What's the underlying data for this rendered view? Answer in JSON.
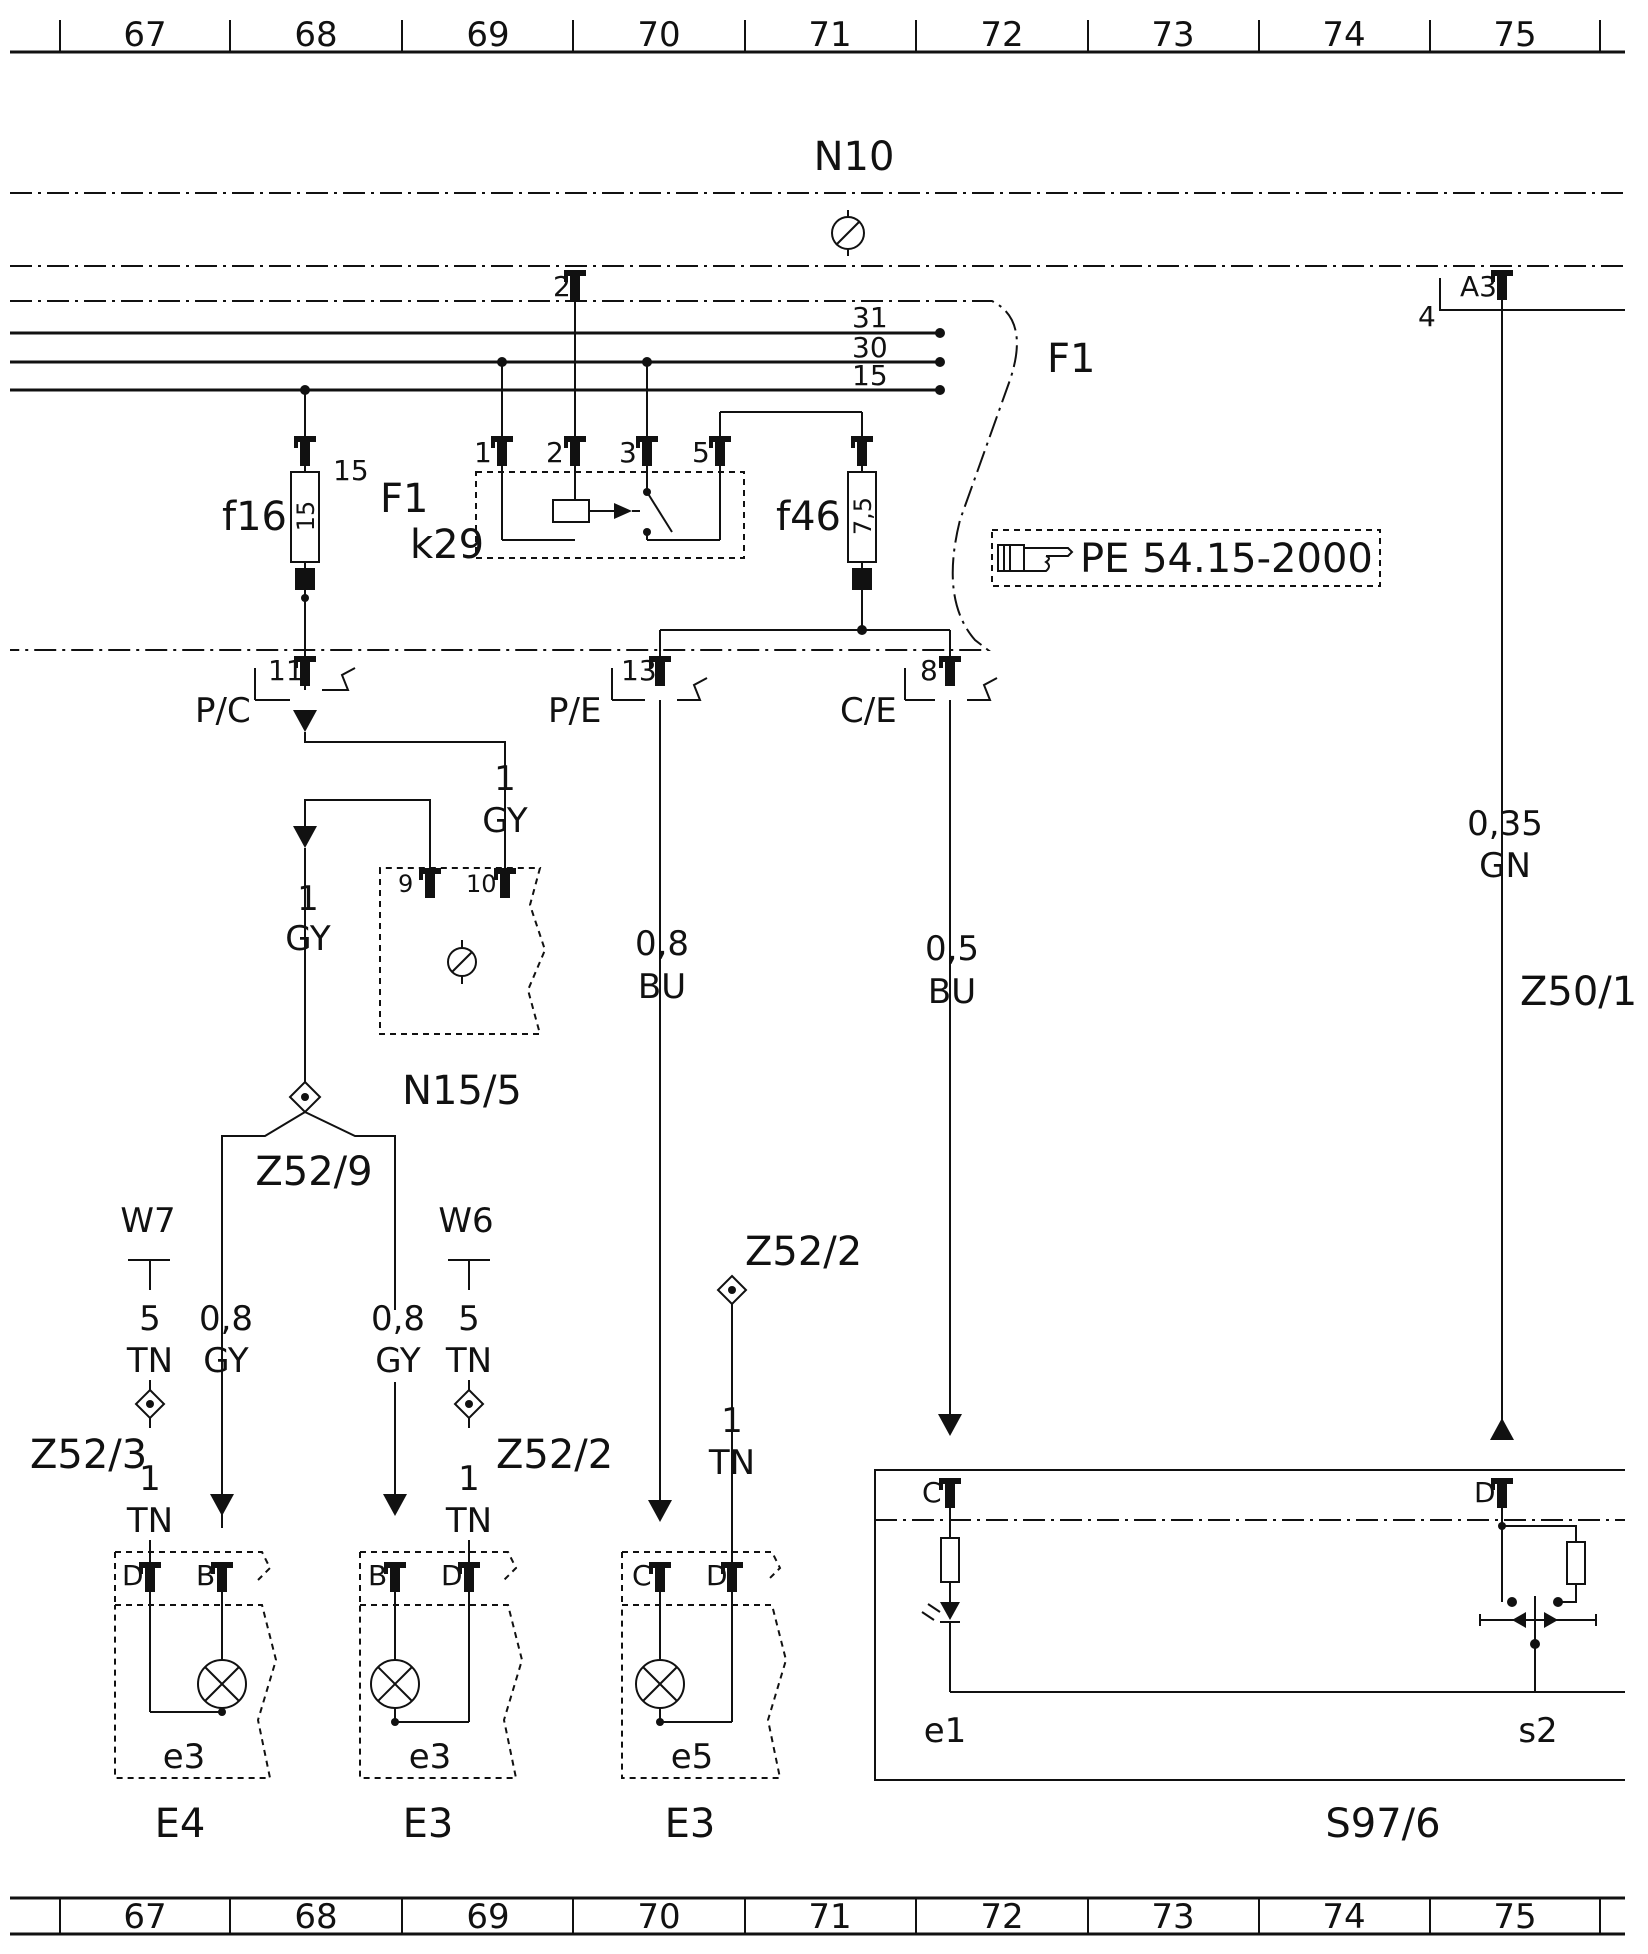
{
  "grid": {
    "columns": [
      "67",
      "68",
      "69",
      "70",
      "71",
      "72",
      "73",
      "74",
      "75"
    ]
  },
  "components": {
    "n10": "N10",
    "f1_top": "F1",
    "f1_left": "F1",
    "k29": "k29",
    "f16": "f16",
    "f16_rating": "15",
    "f16_pin": "15",
    "f46": "f46",
    "f46_rating": "7,5",
    "n15_5": "N15/5",
    "z50_1": "Z50/1",
    "z52_9": "Z52/9",
    "z52_2_top": "Z52/2",
    "z52_2_mid": "Z52/2",
    "z52_3": "Z52/3",
    "w7": "W7",
    "w6": "W6",
    "e4": "E4",
    "e3_a": "E3",
    "e3_b": "E3",
    "s97_6": "S97/6",
    "e3_sub_a": "e3",
    "e3_sub_b": "e3",
    "e5_sub": "e5",
    "e1_sub": "e1",
    "s2_sub": "s2",
    "ref": "PE 54.15-2000"
  },
  "buses": {
    "b31": "31",
    "b30": "30",
    "b15": "15"
  },
  "pins": {
    "n10_2": "2",
    "k29_1": "1",
    "k29_2": "2",
    "k29_3": "3",
    "k29_5": "5",
    "pc_11": "11",
    "pe_13": "13",
    "ce_8": "8",
    "a3": "A3",
    "a3_4": "4",
    "n15_9": "9",
    "n15_10": "10",
    "e4_d": "D",
    "e4_b": "B",
    "e3a_b": "B",
    "e3a_d": "D",
    "e3b_c": "C",
    "e3b_d": "D",
    "s97_c": "C",
    "s97_d": "D"
  },
  "connectors": {
    "pc": "P/C",
    "pe": "P/E",
    "ce": "C/E"
  },
  "wires": {
    "gy_top_gauge": "1",
    "gy_top_color": "GY",
    "gy_left_gauge": "1",
    "gy_left_color": "GY",
    "bu8_gauge": "0,8",
    "bu8_color": "BU",
    "bu5_gauge": "0,5",
    "bu5_color": "BU",
    "gn_gauge": "0,35",
    "gn_color": "GN",
    "w7_gauge": "5",
    "w7_color": "TN",
    "e4_tn_gauge": "1",
    "e4_tn_color": "TN",
    "e4_gy_gauge": "0,8",
    "e4_gy_color": "GY",
    "e3_gy_gauge": "0,8",
    "e3_gy_color": "GY",
    "w6_gauge": "5",
    "w6_color": "TN",
    "e3_tn_gauge": "1",
    "e3_tn_color": "TN",
    "e5_tn_gauge": "1",
    "e5_tn_color": "TN"
  },
  "colors": {
    "ink": "#111111",
    "paper": "#ffffff"
  }
}
